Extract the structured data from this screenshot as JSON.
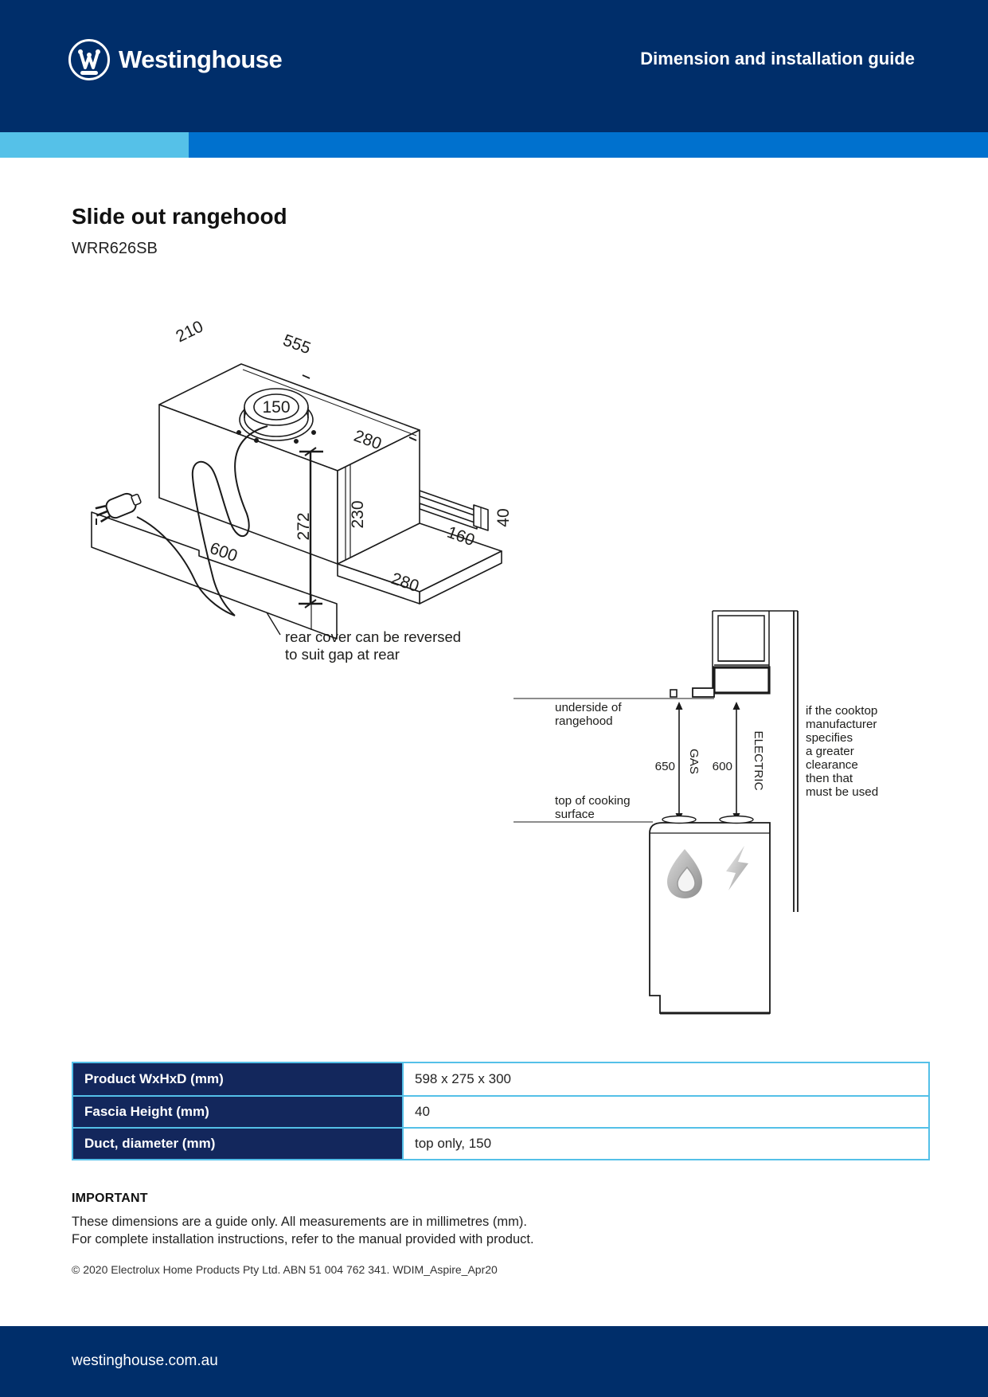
{
  "header": {
    "brand": "Westinghouse",
    "doc_title": "Dimension and installation guide"
  },
  "product": {
    "title": "Slide out rangehood",
    "model": "WRR626SB"
  },
  "diagram1": {
    "dim_top_left": "210",
    "dim_top_right": "555",
    "dim_duct": "150",
    "dim_depth_top": "280",
    "dim_body_height": "230",
    "dim_total_height": "272",
    "dim_rear_panel": "600",
    "dim_bottom_depth": "280",
    "dim_slide_out": "160",
    "dim_fascia": "40",
    "note_line1": "rear cover can be reversed",
    "note_line2": "to suit gap at rear"
  },
  "diagram2": {
    "underside_line1": "underside of",
    "underside_line2": "rangehood",
    "cooktop_line1": "top of cooking",
    "cooktop_line2": "surface",
    "gas_value": "650",
    "gas_label": "GAS",
    "electric_value": "600",
    "electric_label": "ELECTRIC",
    "note_lines": [
      "if the cooktop",
      "manufacturer",
      "specifies",
      "a greater",
      "clearance",
      "then that",
      "must be used"
    ]
  },
  "table": {
    "rows": [
      {
        "label": "Product WxHxD (mm)",
        "value": "598 x 275 x 300"
      },
      {
        "label": "Fascia Height (mm)",
        "value": "40"
      },
      {
        "label": "Duct, diameter (mm)",
        "value": "top only, 150"
      }
    ]
  },
  "important": {
    "heading": "IMPORTANT",
    "line1": "These dimensions are a guide only. All measurements are in millimetres (mm).",
    "line2": "For complete installation instructions, refer to the manual provided with product.",
    "copyright": "© 2020 Electrolux Home Products Pty Ltd. ABN 51 004 762 341. WDIM_Aspire_Apr20"
  },
  "footer": {
    "website": "westinghouse.com.au"
  },
  "colors": {
    "navy": "#002e6a",
    "light_blue": "#55c1e8",
    "medium_blue": "#0071ce",
    "table_navy": "#13275c",
    "table_border": "#54c0e8"
  }
}
